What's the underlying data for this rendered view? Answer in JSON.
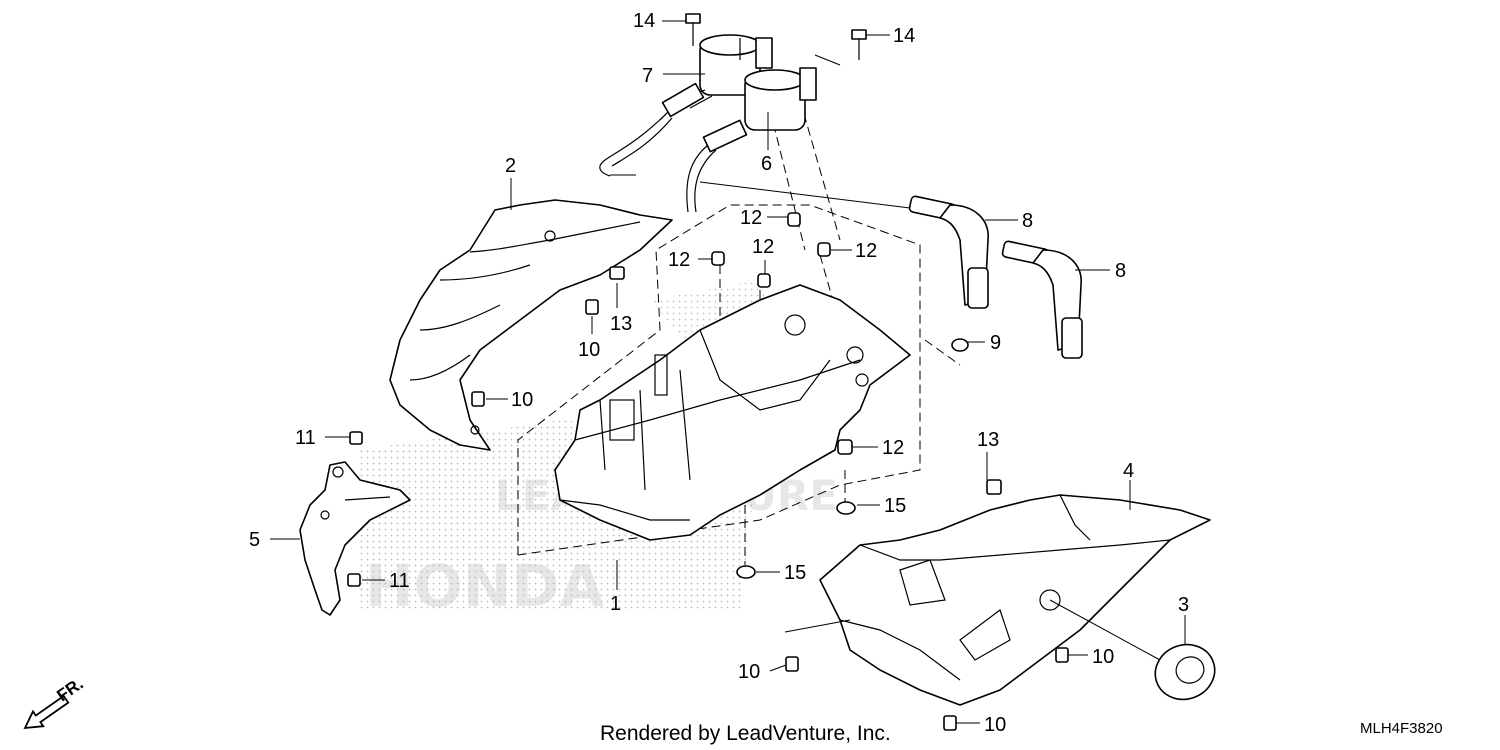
{
  "footer": {
    "credit": "Rendered by LeadVenture, Inc.",
    "diagram_code": "MLH4F3820",
    "front_indicator": "FR."
  },
  "watermark": {
    "brand_top": "LEADVENTURE",
    "brand_bottom": "HONDA"
  },
  "callouts": {
    "c1": "1",
    "c2": "2",
    "c3": "3",
    "c4": "4",
    "c5": "5",
    "c6": "6",
    "c7": "7",
    "c8a": "8",
    "c8b": "8",
    "c9": "9",
    "c10a": "10",
    "c10b": "10",
    "c10c": "10",
    "c10d": "10",
    "c10e": "10",
    "c11a": "11",
    "c11b": "11",
    "c12a": "12",
    "c12b": "12",
    "c12c": "12",
    "c12d": "12",
    "c12e": "12",
    "c13a": "13",
    "c13b": "13",
    "c14a": "14",
    "c14b": "14",
    "c15a": "15",
    "c15b": "15"
  },
  "colors": {
    "line": "#000000",
    "background": "#ffffff",
    "stipple": "#9a9a9a"
  }
}
